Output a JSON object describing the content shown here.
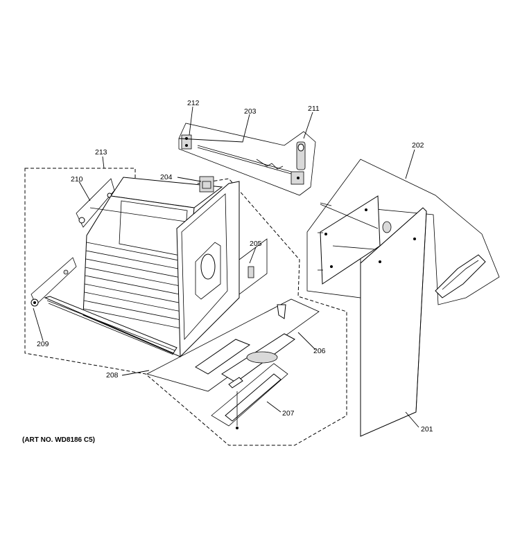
{
  "diagram": {
    "art_number": "(ART NO. WD8186 C5)",
    "callouts": {
      "201": "201",
      "202": "202",
      "203": "203",
      "204": "204",
      "205": "205",
      "206": "206",
      "207": "207",
      "208": "208",
      "209": "209",
      "210": "210",
      "211": "211",
      "212": "212",
      "213": "213"
    }
  }
}
